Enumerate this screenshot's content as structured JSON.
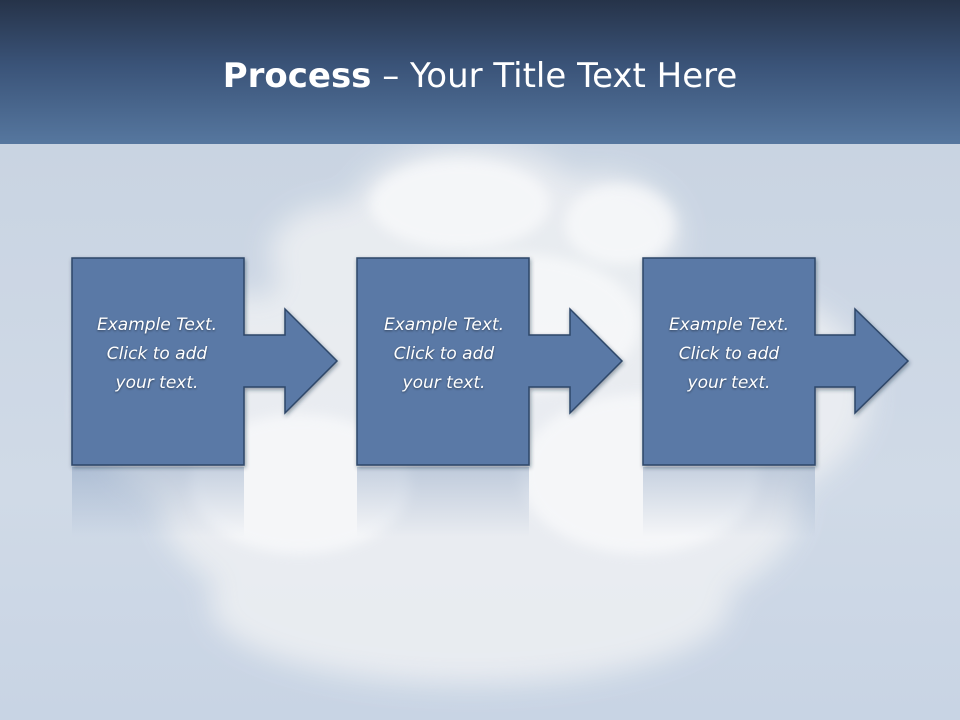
{
  "slide": {
    "title_bold": "Process",
    "title_rest": " – Your Title Text Here"
  },
  "steps": [
    {
      "line1": "Example Text.",
      "line2": "Click  to add",
      "line3": "your text."
    },
    {
      "line1": "Example Text.",
      "line2": "Click  to add",
      "line3": "your text."
    },
    {
      "line1": "Example Text.",
      "line2": "Click  to add",
      "line3": "your text."
    }
  ],
  "colors": {
    "header_dark": "#263349",
    "header_light": "#56779f",
    "background": "#ccd7e5",
    "step_fill": "#5a79a6",
    "step_border": "#2d4669",
    "text": "#ffffff"
  }
}
